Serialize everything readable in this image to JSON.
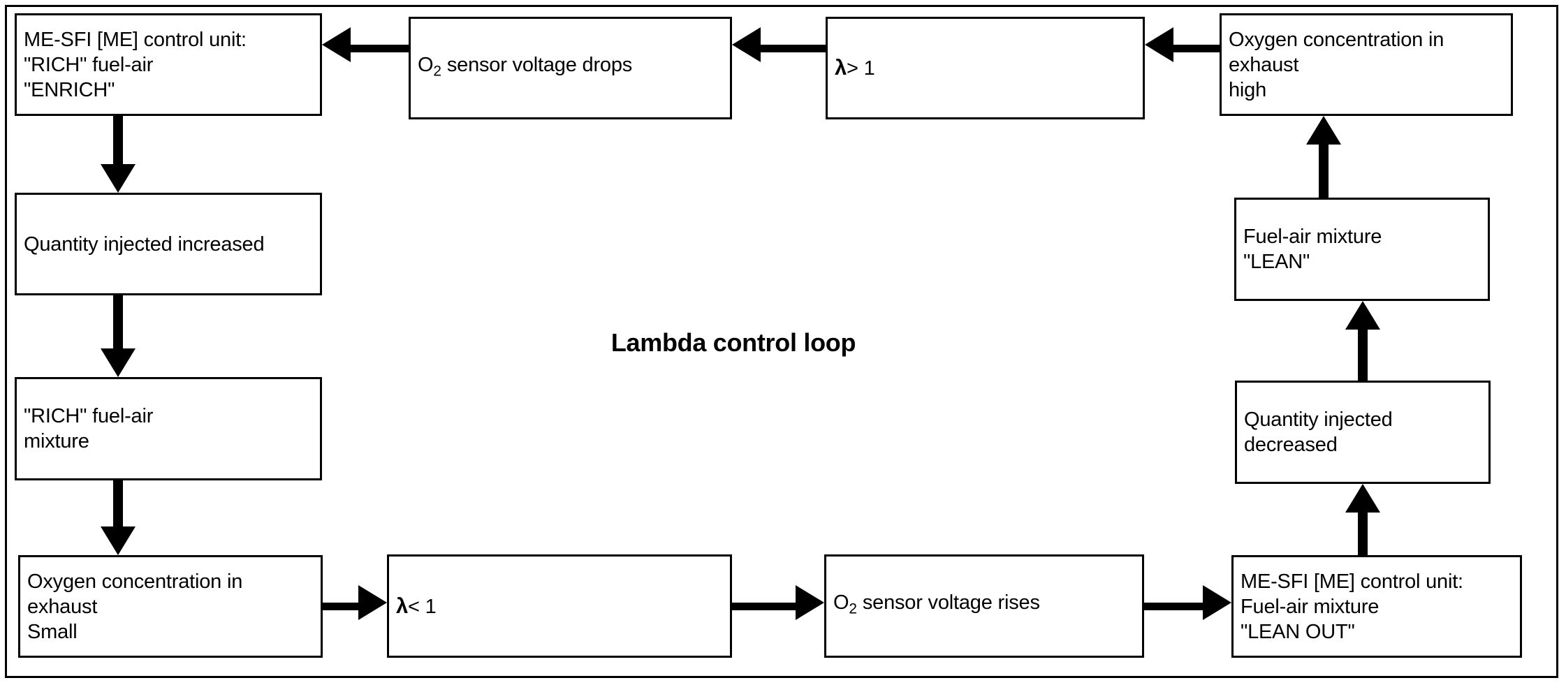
{
  "diagram": {
    "title": "Lambda control loop",
    "frame": {
      "border_color": "#000000",
      "background": "#ffffff"
    },
    "nodes": [
      {
        "id": "ecu-rich",
        "label": "ME-SFI [ME] control unit:\n\"RICH\" fuel-air\n\"ENRICH\"",
        "position": "top-left"
      },
      {
        "id": "o2-voltage-drops",
        "label_prefix": "O",
        "label_sub": "2",
        "label_suffix": " sensor voltage drops",
        "label": "O2 sensor voltage drops",
        "position": "top-center-left"
      },
      {
        "id": "lambda-greater-one",
        "label_symbol": "λ",
        "label_rest": "> 1",
        "label": "λ> 1",
        "position": "top-center-right"
      },
      {
        "id": "oxygen-high",
        "label": "Oxygen concentration in\nexhaust\nhigh",
        "position": "top-right"
      },
      {
        "id": "quantity-increased",
        "label": "Quantity injected increased",
        "position": "left-upper"
      },
      {
        "id": "rich-mixture",
        "label": "\"RICH\" fuel-air\nmixture",
        "position": "left-lower"
      },
      {
        "id": "oxygen-small",
        "label": "Oxygen concentration in\nexhaust\nSmall",
        "position": "bottom-left"
      },
      {
        "id": "lambda-less-one",
        "label_symbol": "λ",
        "label_rest": "< 1",
        "label": "λ< 1",
        "position": "bottom-center-left"
      },
      {
        "id": "o2-voltage-rises",
        "label_prefix": "O",
        "label_sub": "2",
        "label_suffix": " sensor voltage rises",
        "label": "O2 sensor voltage rises",
        "position": "bottom-center-right"
      },
      {
        "id": "ecu-lean-out",
        "label": "ME-SFI [ME] control unit:\nFuel-air mixture\n\"LEAN OUT\"",
        "position": "bottom-right"
      },
      {
        "id": "lean-mixture",
        "label": "Fuel-air mixture\n\"LEAN\"",
        "position": "right-upper"
      },
      {
        "id": "quantity-decreased",
        "label": "Quantity injected decreased",
        "position": "right-lower"
      }
    ],
    "edges": [
      {
        "from": "oxygen-high",
        "to": "lambda-greater-one",
        "direction": "left"
      },
      {
        "from": "lambda-greater-one",
        "to": "o2-voltage-drops",
        "direction": "left"
      },
      {
        "from": "o2-voltage-drops",
        "to": "ecu-rich",
        "direction": "left"
      },
      {
        "from": "ecu-rich",
        "to": "quantity-increased",
        "direction": "down"
      },
      {
        "from": "quantity-increased",
        "to": "rich-mixture",
        "direction": "down"
      },
      {
        "from": "rich-mixture",
        "to": "oxygen-small",
        "direction": "down"
      },
      {
        "from": "oxygen-small",
        "to": "lambda-less-one",
        "direction": "right"
      },
      {
        "from": "lambda-less-one",
        "to": "o2-voltage-rises",
        "direction": "right"
      },
      {
        "from": "o2-voltage-rises",
        "to": "ecu-lean-out",
        "direction": "right"
      },
      {
        "from": "ecu-lean-out",
        "to": "quantity-decreased",
        "direction": "up"
      },
      {
        "from": "quantity-decreased",
        "to": "lean-mixture",
        "direction": "up"
      },
      {
        "from": "lean-mixture",
        "to": "oxygen-high",
        "direction": "up"
      }
    ]
  }
}
